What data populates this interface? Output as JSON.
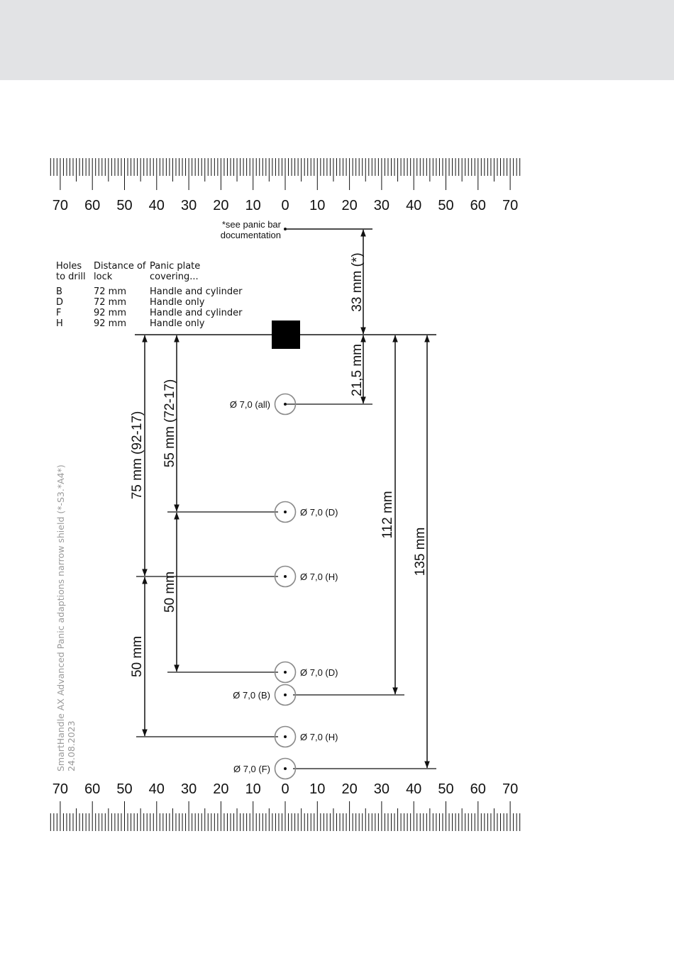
{
  "ruler": {
    "top_labels": [
      "70",
      "60",
      "50",
      "40",
      "30",
      "20",
      "10",
      "0",
      "10",
      "20",
      "30",
      "40",
      "50",
      "60",
      "70"
    ],
    "bottom_labels": [
      "70",
      "60",
      "50",
      "40",
      "30",
      "20",
      "10",
      "0",
      "10",
      "20",
      "30",
      "40",
      "50",
      "60",
      "70"
    ]
  },
  "note": {
    "line1": "*see panic bar",
    "line2": "documentation"
  },
  "legend": {
    "headers": [
      [
        "Holes",
        "to drill"
      ],
      [
        "Distance of",
        "lock"
      ],
      [
        "Panic plate",
        "covering..."
      ]
    ],
    "rows": [
      {
        "hole": "B",
        "distance": "72 mm",
        "covering": "Handle and cylinder"
      },
      {
        "hole": "D",
        "distance": "72 mm",
        "covering": "Handle only"
      },
      {
        "hole": "F",
        "distance": "92 mm",
        "covering": "Handle and cylinder"
      },
      {
        "hole": "H",
        "distance": "92 mm",
        "covering": "Handle only"
      }
    ]
  },
  "holes": [
    {
      "label": "Ø 7,0 (all)"
    },
    {
      "label": "Ø 7,0 (D)"
    },
    {
      "label": "Ø 7,0 (H)"
    },
    {
      "label": "Ø 7,0 (D)"
    },
    {
      "label": "Ø 7,0 (B)"
    },
    {
      "label": "Ø 7,0 (H)"
    },
    {
      "label": "Ø 7,0 (F)"
    }
  ],
  "dimensions": {
    "top_33": "33 mm (*)",
    "top_21_5": "21,5 mm",
    "d_75": "75 mm (92-17)",
    "d_55": "55 mm (72-17)",
    "d_50_inner": "50 mm",
    "d_50_outer": "50 mm",
    "d_112": "112 mm",
    "d_135": "135 mm"
  },
  "caption": {
    "line1": "SmartHandle AX Advanced Panic adaptions narrow shield (*-S3.*A4*)",
    "line2": "24.08.2023"
  },
  "colors": {
    "header_band": "#e2e3e5",
    "ink": "#111111",
    "hole_ring": "#8a8a8a",
    "caption": "#9a9a9a"
  }
}
